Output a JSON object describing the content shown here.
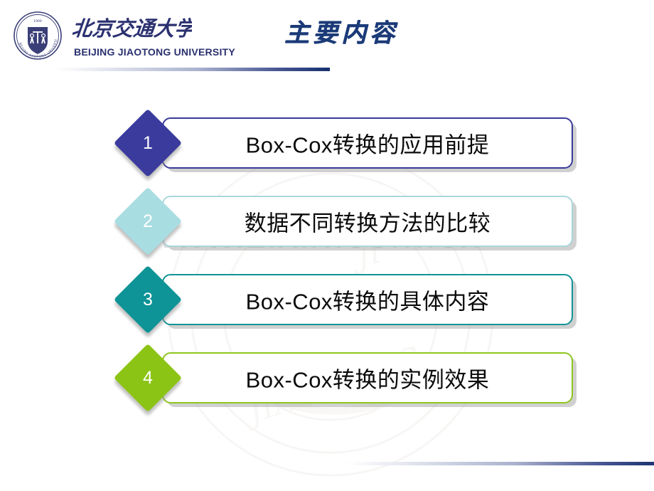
{
  "slide": {
    "title": "主要内容",
    "background_color": "#ffffff"
  },
  "branding": {
    "seal_icon": "university-seal-icon",
    "name_cn": "北京交通大学",
    "name_en": "BEIJING JIAOTONG UNIVERSITY",
    "brand_color": "#2b3170"
  },
  "watermark": {
    "url_text": "www.zixin.com.cn",
    "seal_icon": "background-seal-watermark-icon",
    "seal_text": "JIAOTONG"
  },
  "dividers": {
    "top_rule_color": "#16306e",
    "bottom_rule_color": "#1d3573"
  },
  "agenda": {
    "items": [
      {
        "number": "1",
        "label": "Box-Cox转换的应用前提",
        "accent_color": "#3b3b9e",
        "border_color": "#3a3a99"
      },
      {
        "number": "2",
        "label": "数据不同转换方法的比较",
        "accent_color": "#a8dde2",
        "border_color": "#a9d7dc"
      },
      {
        "number": "3",
        "label": "Box-Cox转换的具体内容",
        "accent_color": "#0e9396",
        "border_color": "#109497"
      },
      {
        "number": "4",
        "label": "Box-Cox转换的实例效果",
        "accent_color": "#8cc415",
        "border_color": "#8dc61f"
      }
    ]
  }
}
